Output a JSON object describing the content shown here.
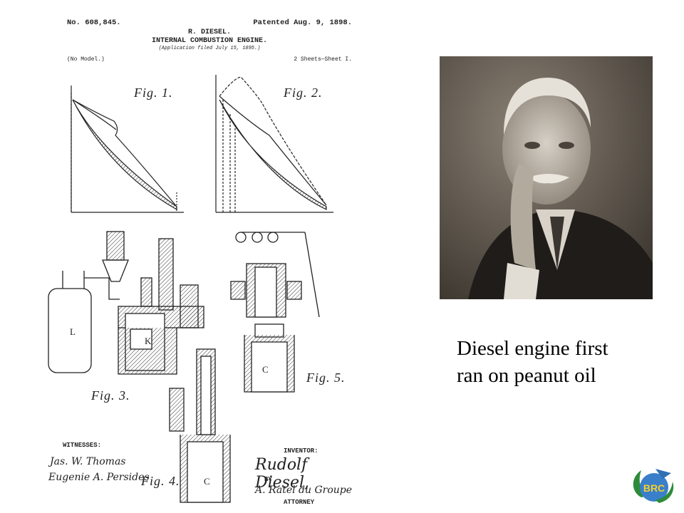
{
  "patent": {
    "number": "No. 608,845.",
    "date": "Patented Aug. 9, 1898.",
    "inventor_name": "R. DIESEL.",
    "title": "INTERNAL COMBUSTION ENGINE.",
    "application": "(Application filed July 15, 1895.)",
    "model": "(No Model.)",
    "sheets": "2 Sheets—Sheet I.",
    "figures": {
      "fig1": "Fig. 1.",
      "fig2": "Fig. 2.",
      "fig3": "Fig. 3.",
      "fig4": "Fig. 4.",
      "fig5": "Fig. 5."
    },
    "witnesses_label": "WITNESSES:",
    "inventor_label": "INVENTOR:",
    "inventor_signature": "Rudolf Diesel,",
    "by": "BY",
    "attorney_label": "ATTORNEY"
  },
  "caption": {
    "line1": "Diesel engine first",
    "line2": "ran on peanut oil"
  },
  "logo": {
    "text": "BRC"
  }
}
